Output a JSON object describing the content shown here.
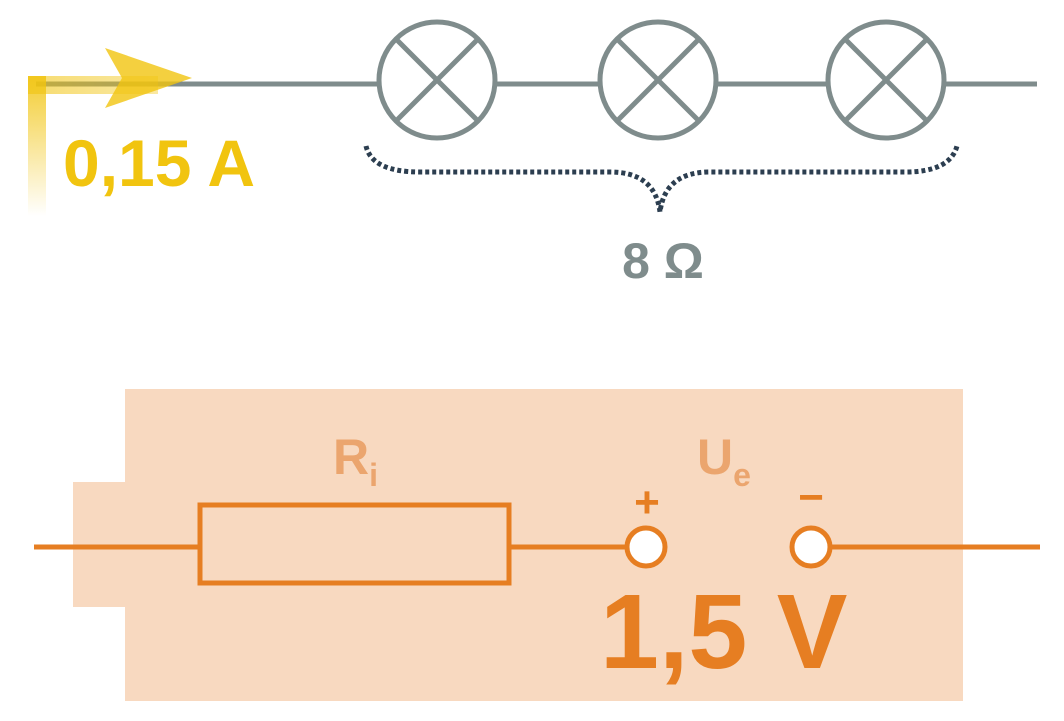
{
  "diagram": {
    "current_label": "0,15 A",
    "resistance_label": "8 Ω",
    "internal_resistance": {
      "main": "R",
      "sub": "i"
    },
    "emf": {
      "main": "U",
      "sub": "e"
    },
    "plus_sign": "+",
    "minus_sign": "−",
    "voltage_label": "1,5 V",
    "lamp_count": 3,
    "colors": {
      "wire_gray": "#7f8c8c",
      "current_yellow": "#f1c40f",
      "battery_orange": "#e67e22",
      "battery_fill": "#f8d9c0",
      "brace_dots": "#2c3e50",
      "label_light_orange": "#eba56e"
    }
  }
}
